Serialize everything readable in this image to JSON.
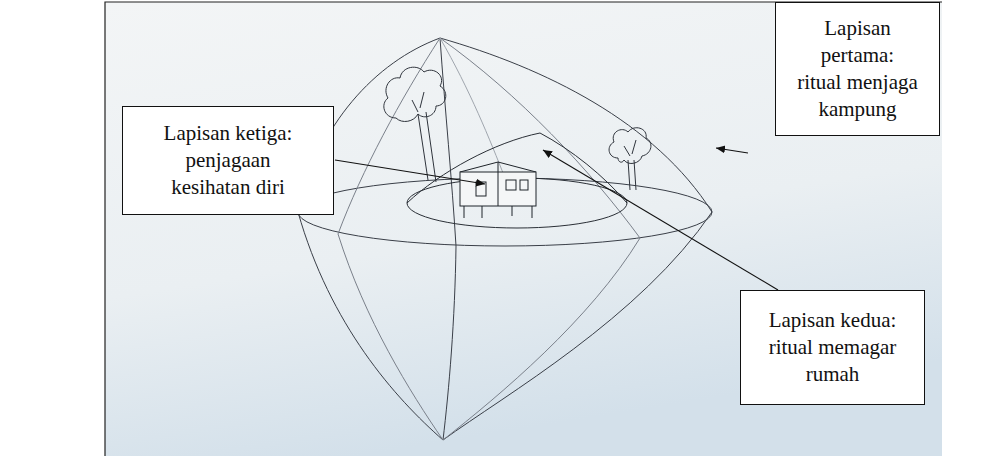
{
  "diagram": {
    "nodes": [
      {
        "text": [
          "Lapisan pertama: ritual menjaga kampung"
        ]
      },
      {
        "text": [
          "Lapisan ketiga: penjagaan kesihatan diri"
        ]
      },
      {
        "text": [
          "Lapisan kedua: ritual memagar rumah"
        ]
      }
    ]
  }
}
